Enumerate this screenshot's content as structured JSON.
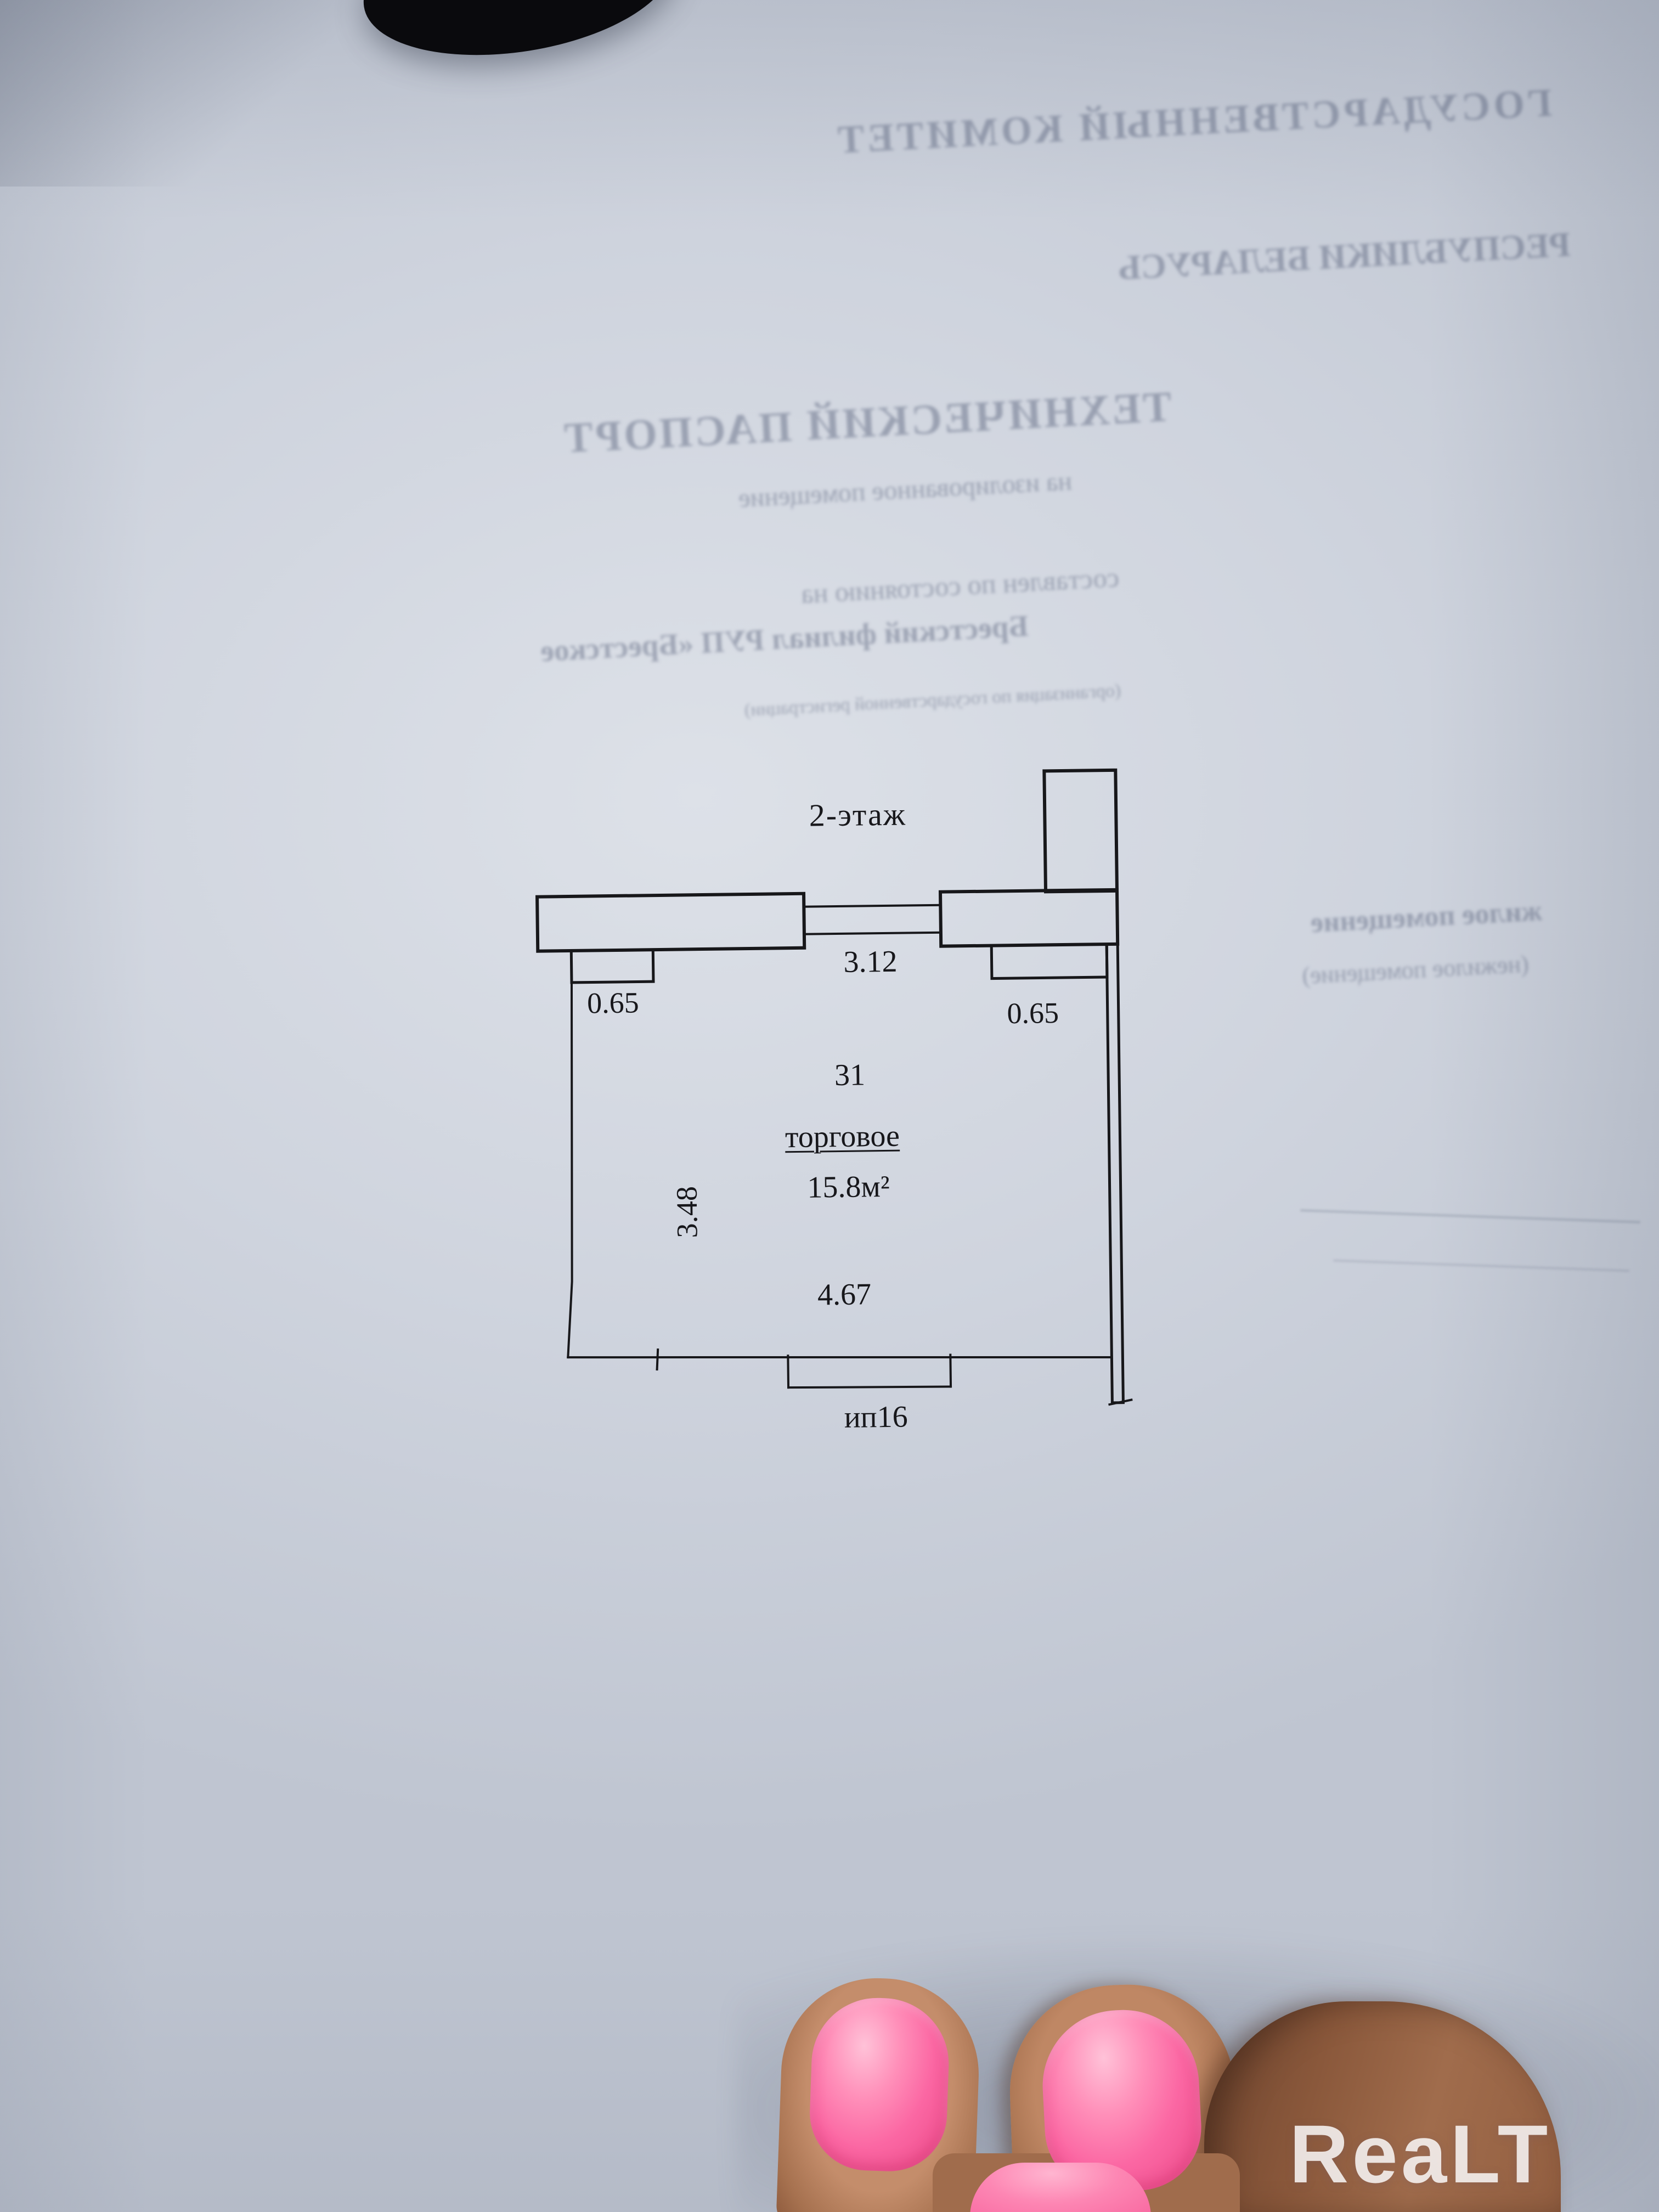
{
  "document": {
    "ghost_text": {
      "committee_line1": "ГОСУДАРСТВЕННЫЙ КОМИТЕТ",
      "committee_line2": "РЕСПУБЛИКИ БЕЛАРУСЬ",
      "passport_title": "ТЕХНИЧЕСКИЙ ПАСПОРТ",
      "passport_subtitle": "на изолированное помещение",
      "compiled_line": "составлен по состоянию на",
      "agency_line": "Брестский филиал РУП «Брестское",
      "agency_note": "(организация по государственной регистрации)",
      "premises_line1": "жилое помещение",
      "premises_line2": "(нежилое помещение)"
    },
    "floor_plan": {
      "floor_label": "2-этаж",
      "room_number": "31",
      "room_type": "торговое",
      "room_area": "15.8м²",
      "dimensions": {
        "top_opening_width": "3.12",
        "left_jamb": "0.65",
        "right_jamb": "0.65",
        "left_wall": "3.48",
        "bottom_width": "4.67"
      },
      "bottom_opening_label": "ип16"
    }
  },
  "overlay": {
    "watermark": "ReaLT"
  }
}
